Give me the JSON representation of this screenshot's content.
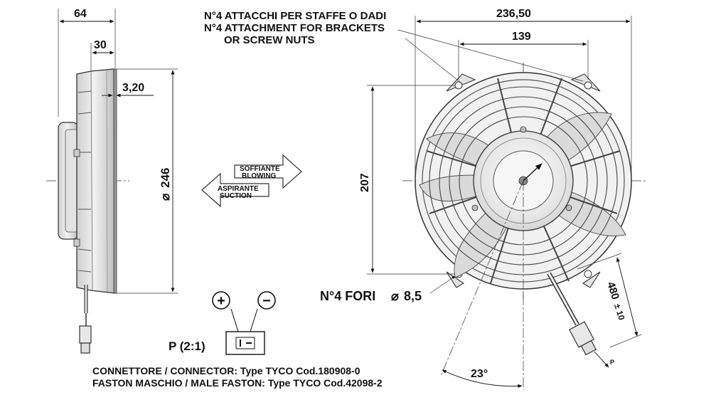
{
  "dimensions": {
    "depth_total": "64",
    "depth_motor": "30",
    "flange": "3,20",
    "diameter": "246",
    "width_total": "236,50",
    "hole_spacing": "139",
    "height": "207",
    "cable_length": "480",
    "cable_tolerance": "± 10",
    "angle": "23°"
  },
  "notes": {
    "attach_it": "N°4 ATTACCHI PER STAFFE O DADI",
    "attach_en_1": "N°4 ATTACHMENT FOR BRACKETS",
    "attach_en_2": "OR SCREW NUTS",
    "holes": "N°4 FORI",
    "holes_size": "8,5"
  },
  "airflow": {
    "blowing_it": "SOFFIANTE",
    "blowing_en": "BLOWING",
    "suction_it": "ASPIRANTE",
    "suction_en": "SUCTION"
  },
  "connector": {
    "plus": "+",
    "minus": "−",
    "polarity": "P (2:1)",
    "line1": "CONNETTORE / CONNECTOR: Type TYCO Cod.180908-0",
    "line2": "FASTON MASCHIO / MALE FASTON: Type TYCO Cod.42098-2",
    "p_marker": "P"
  },
  "icons": {
    "diameter_symbol": "⌀",
    "hole_symbol": "⌀"
  }
}
